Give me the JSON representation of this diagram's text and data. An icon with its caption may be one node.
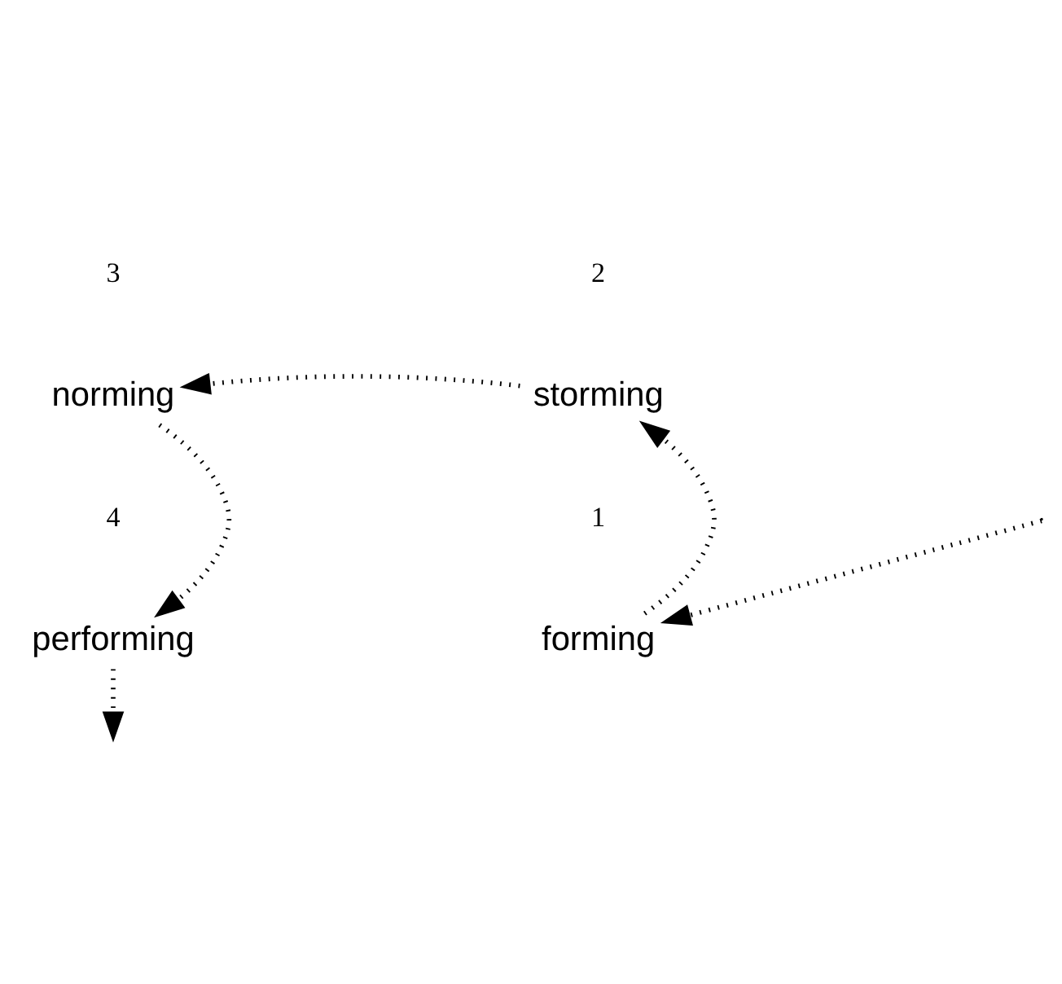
{
  "diagram": {
    "nodes": [
      {
        "text": [
          "norming"
        ]
      },
      {
        "text": [
          "storming"
        ]
      },
      {
        "text": [
          "performing"
        ]
      },
      {
        "text": [
          "forming"
        ]
      }
    ],
    "edges": [
      {
        "from": null,
        "to": 3,
        "arrow": "to",
        "style": "dashed"
      },
      {
        "from": 3,
        "to": 1,
        "arrow": "to",
        "style": "dashed"
      },
      {
        "from": 1,
        "to": 0,
        "arrow": "to",
        "style": "dashed"
      },
      {
        "from": 0,
        "to": 2,
        "arrow": "to",
        "style": "dashed"
      },
      {
        "from": 2,
        "to": null,
        "arrow": "to",
        "style": "dashed"
      }
    ],
    "labels": [
      "3",
      "2",
      "4",
      "1"
    ]
  }
}
